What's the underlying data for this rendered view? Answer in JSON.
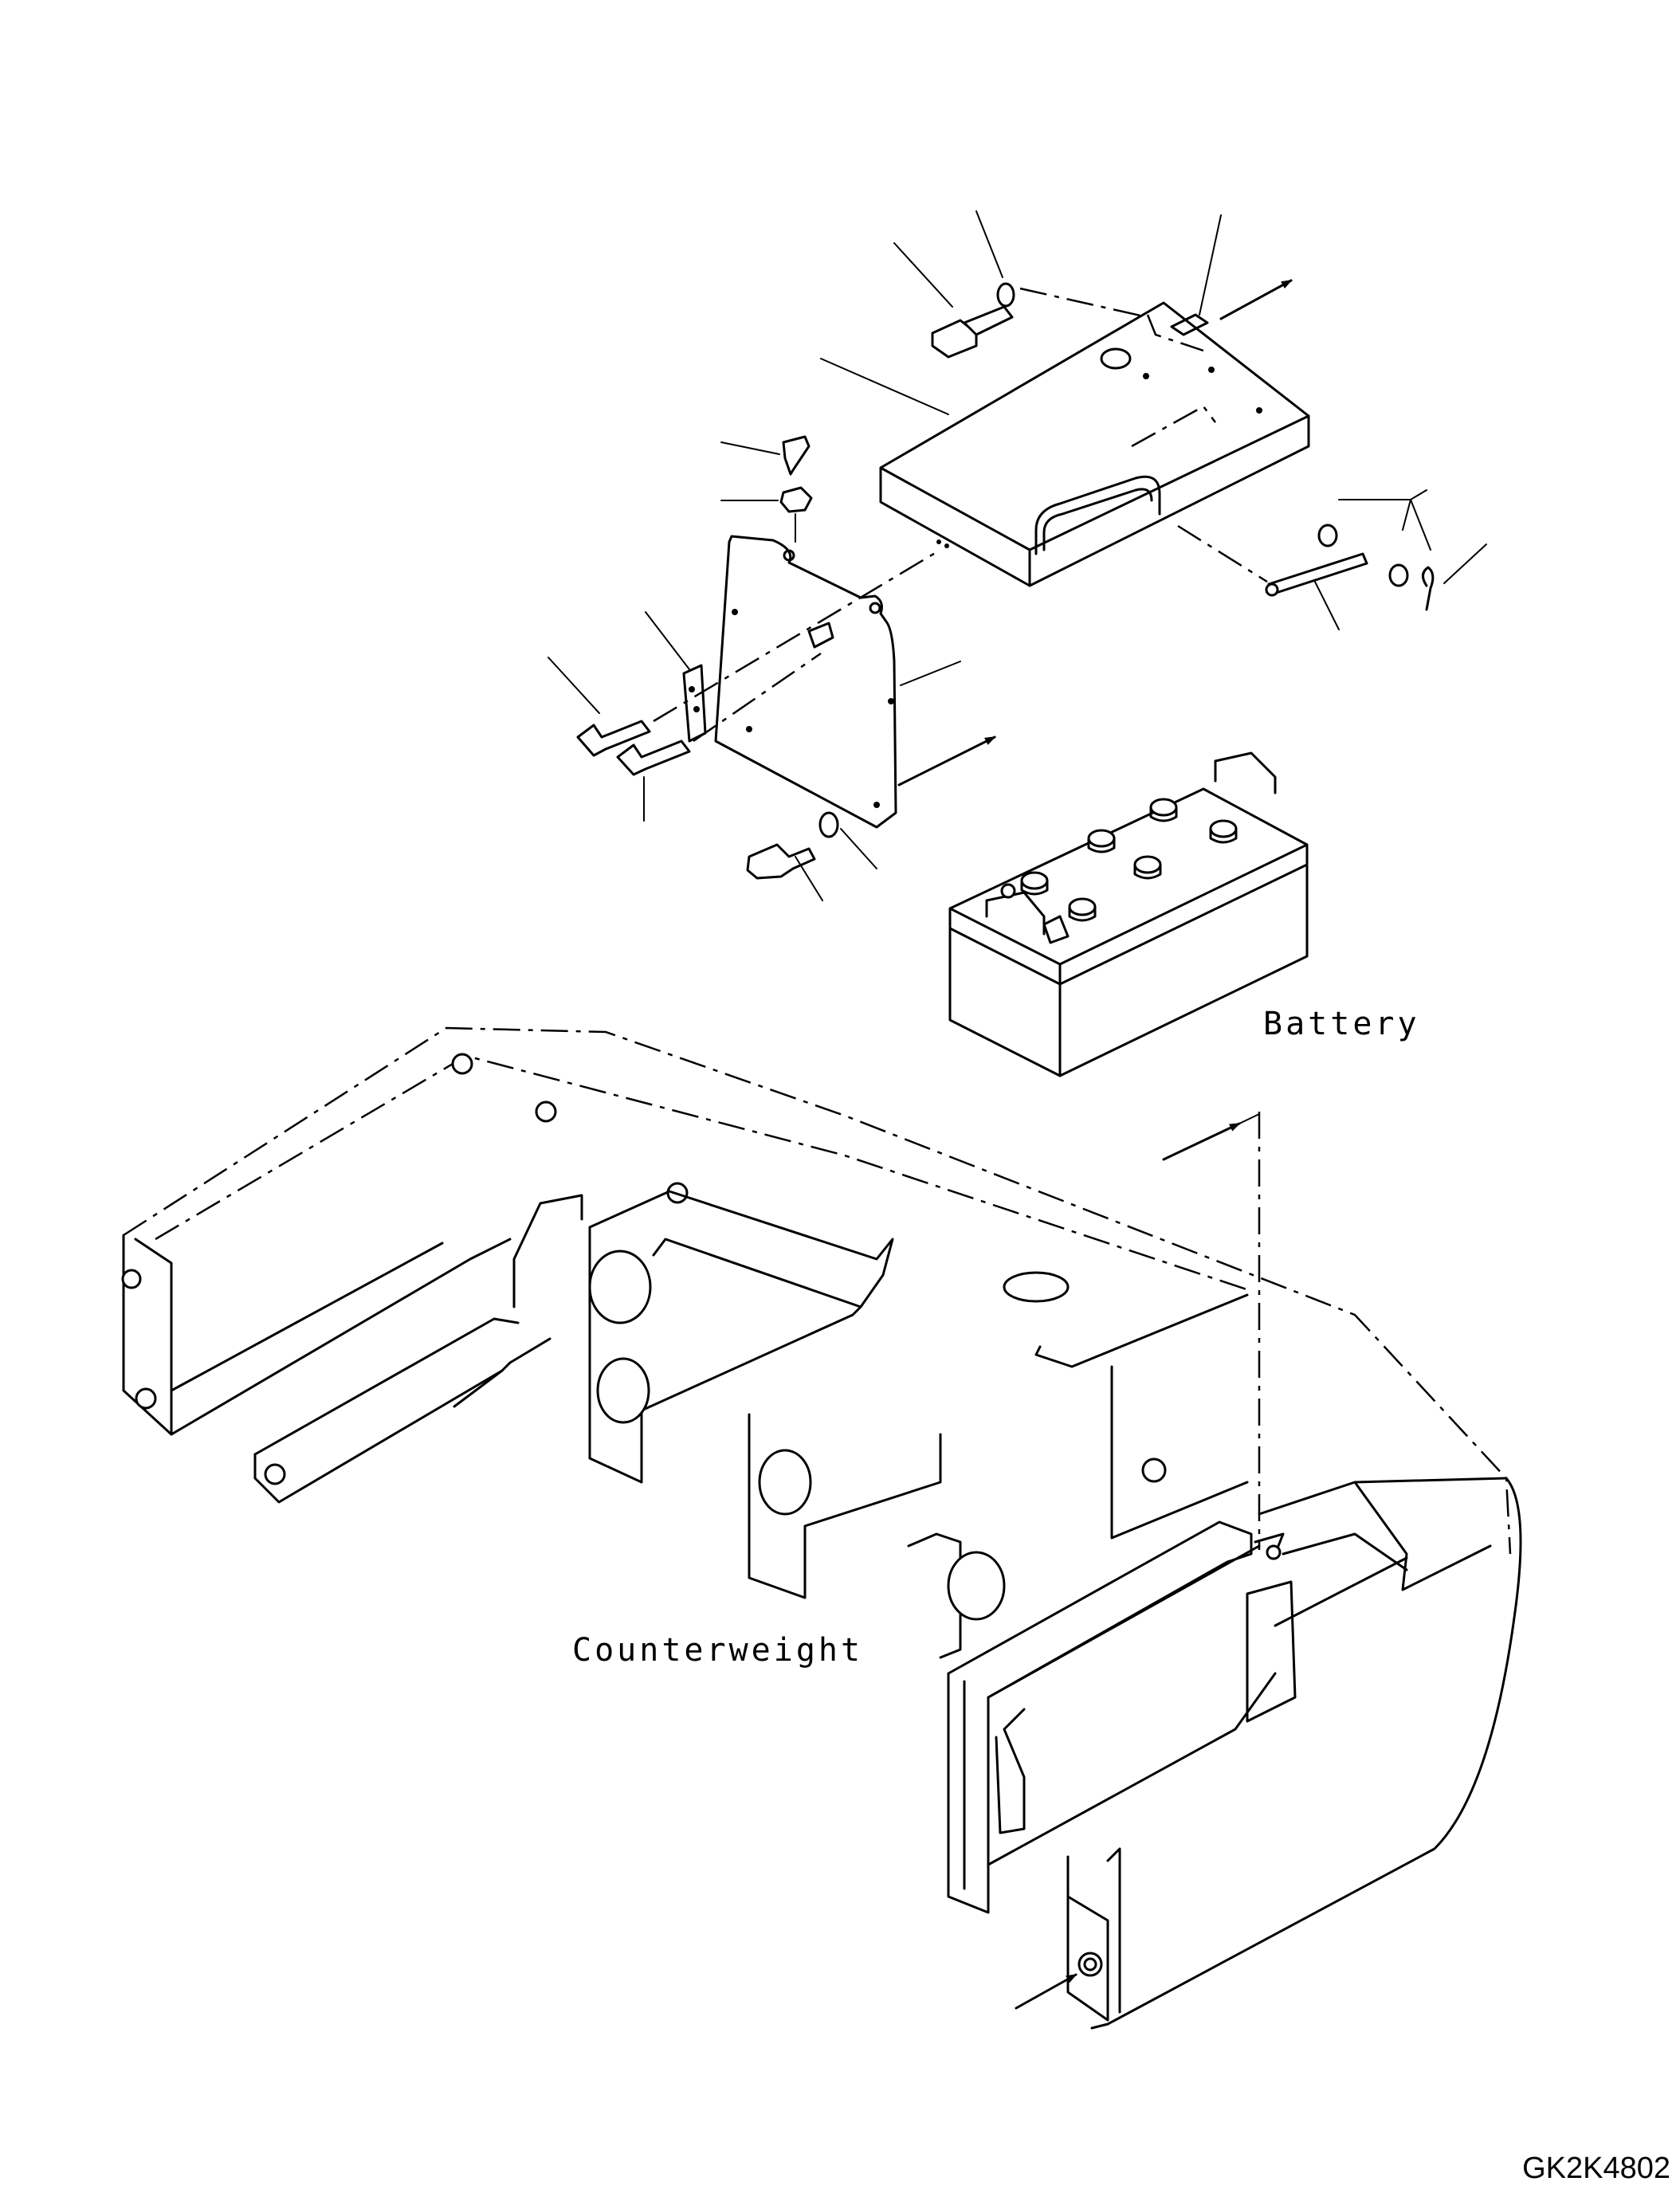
{
  "labels": {
    "battery": "Battery",
    "counterweight": "Counterweight",
    "drawing_code": "GK2K4802"
  },
  "parts": [
    {
      "name": "battery-cover",
      "icon": "cover-box-icon"
    },
    {
      "name": "bracket-plate",
      "icon": "plate-icon"
    },
    {
      "name": "hinge",
      "icon": "hinge-icon"
    },
    {
      "name": "bolt",
      "icon": "bolt-icon"
    },
    {
      "name": "washer",
      "icon": "washer-icon"
    },
    {
      "name": "nut",
      "icon": "nut-icon"
    },
    {
      "name": "stay-rod",
      "icon": "rod-icon"
    },
    {
      "name": "cotter-pin",
      "icon": "pin-icon"
    }
  ]
}
